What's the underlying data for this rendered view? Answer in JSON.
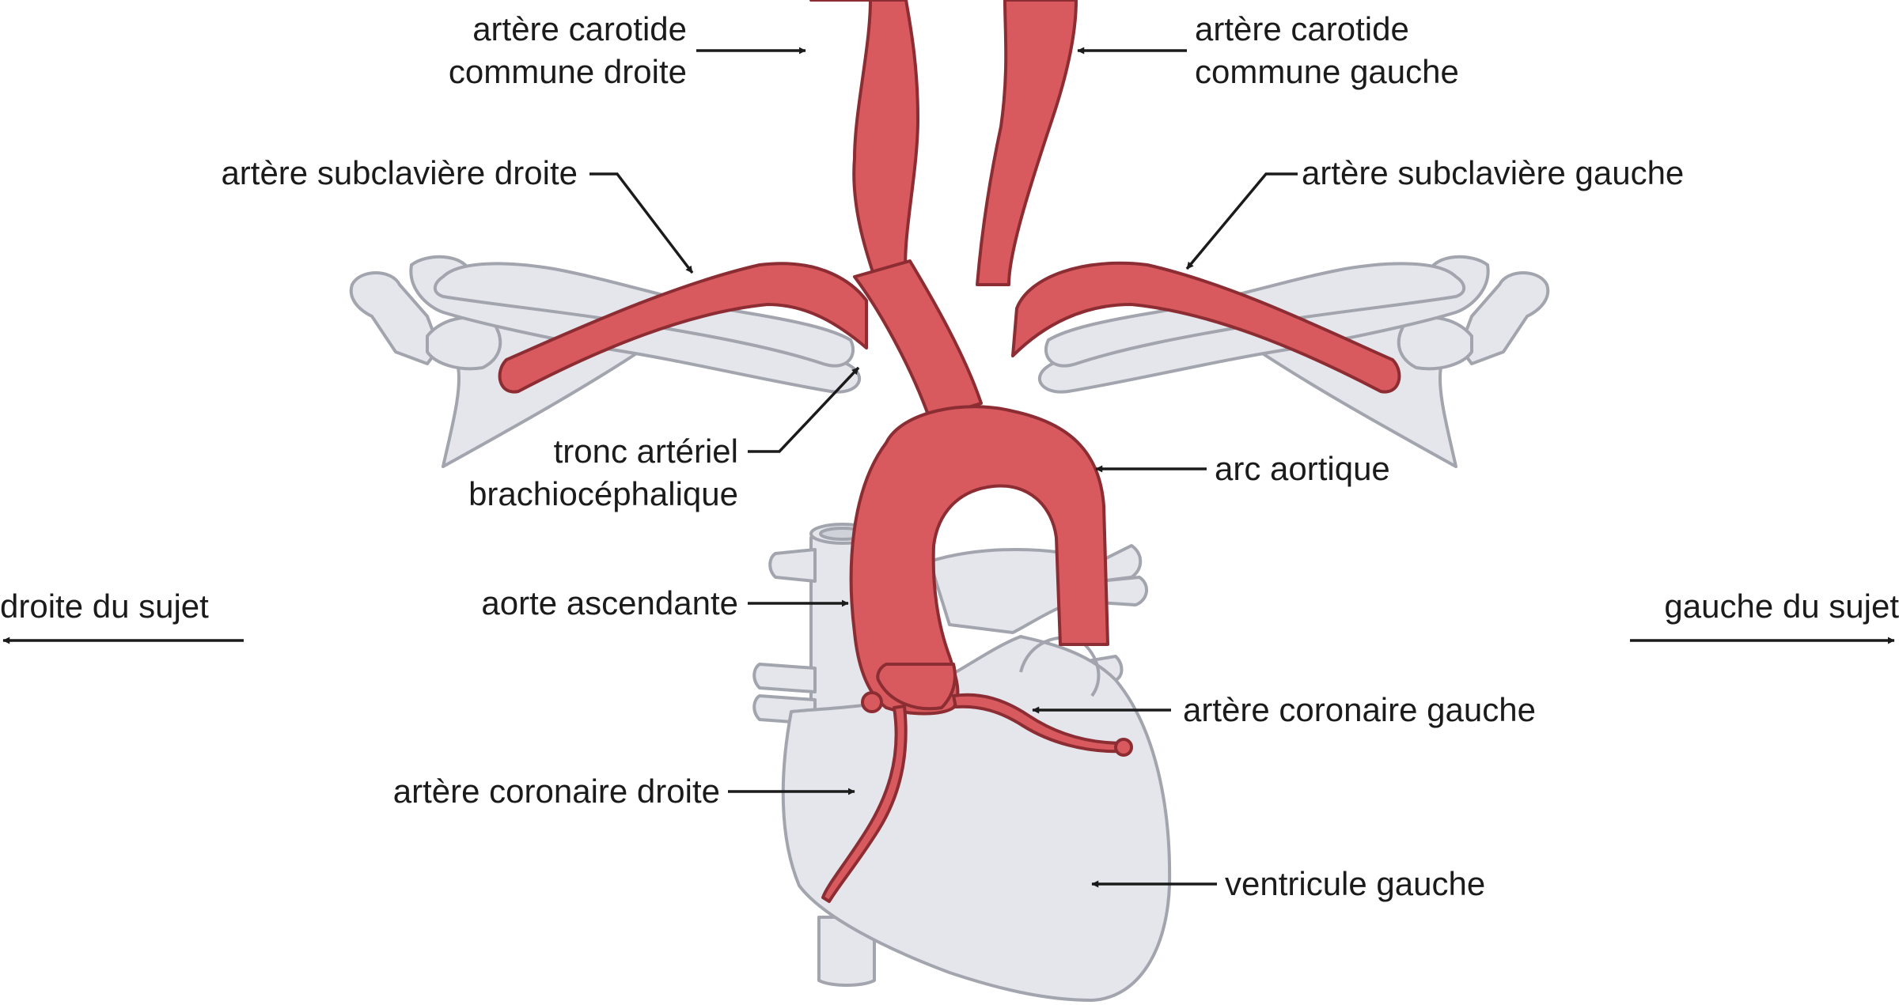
{
  "labels": {
    "carotide_droite": [
      "artère carotide",
      "commune droite"
    ],
    "carotide_gauche": [
      "artère carotide",
      "commune gauche"
    ],
    "subclaviere_droite": "artère subclavière droite",
    "subclaviere_gauche": "artère subclavière gauche",
    "tronc": [
      "tronc artériel",
      "brachiocéphalique"
    ],
    "arc": "arc aortique",
    "droite_sujet": "droite du sujet",
    "gauche_sujet": "gauche du sujet",
    "aorte_ascendante": "aorte ascendante",
    "coronaire_gauche": "artère coronaire gauche",
    "coronaire_droite": "artère coronaire droite",
    "ventricule": "ventricule gauche"
  },
  "colors": {
    "artery": "#d85a5e",
    "artery_outline": "#8c2d33",
    "tissue": "#e4e6ec",
    "tissue_outline": "#a2a5ad",
    "text": "#1b1b1b"
  }
}
